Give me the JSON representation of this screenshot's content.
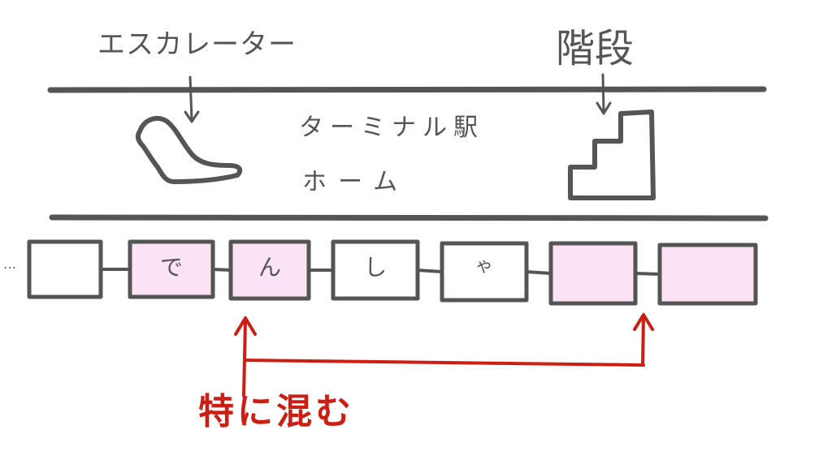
{
  "labels": {
    "escalator": "エスカレーター",
    "stairs": "階段",
    "station": "ターミナル駅",
    "platform": "ホーム",
    "ellipsis": "…",
    "crowded": "特に混む"
  },
  "train": {
    "cars": [
      {
        "text": "",
        "highlighted": false
      },
      {
        "text": "で",
        "highlighted": true
      },
      {
        "text": "ん",
        "highlighted": true
      },
      {
        "text": "し",
        "highlighted": false
      },
      {
        "text": "ゃ",
        "highlighted": false
      },
      {
        "text": "",
        "highlighted": true
      },
      {
        "text": "",
        "highlighted": true
      }
    ]
  },
  "colors": {
    "line": "#555555",
    "highlight": "#fbe3f5",
    "accent": "#cc1e12"
  }
}
